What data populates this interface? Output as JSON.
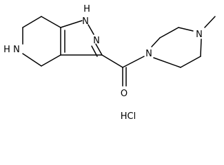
{
  "molecule": {
    "atom_labels": {
      "n1h": "N",
      "h1": "H",
      "n2": "N",
      "nh_ring": "N",
      "h_ring": "H",
      "o": "O",
      "n_pip1": "N",
      "n_pip4": "N"
    },
    "salt": "HCl",
    "colors": {
      "line": "#000000",
      "background": "#ffffff"
    }
  }
}
